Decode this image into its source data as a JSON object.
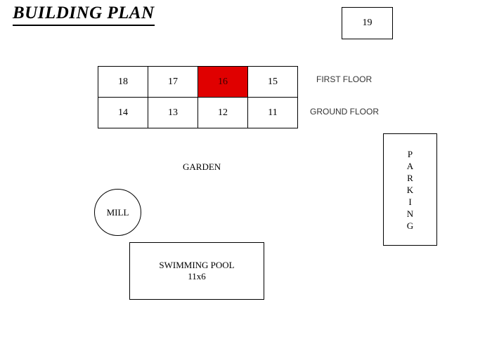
{
  "title": "BUILDING PLAN",
  "colors": {
    "highlight": "#e00000",
    "line": "#000000"
  },
  "floors": {
    "first_floor_label": "FIRST FLOOR",
    "ground_floor_label": "GROUND FLOOR",
    "first_floor_rooms": [
      "18",
      "17",
      "16",
      "15"
    ],
    "ground_floor_rooms": [
      "14",
      "13",
      "12",
      "11"
    ],
    "highlighted_room": "16"
  },
  "detached_room": "19",
  "garden_label": "GARDEN",
  "mill_label": "MILL",
  "pool": {
    "label": "SWIMMING POOL",
    "size": "11x6"
  },
  "parking_label": "PARKING"
}
